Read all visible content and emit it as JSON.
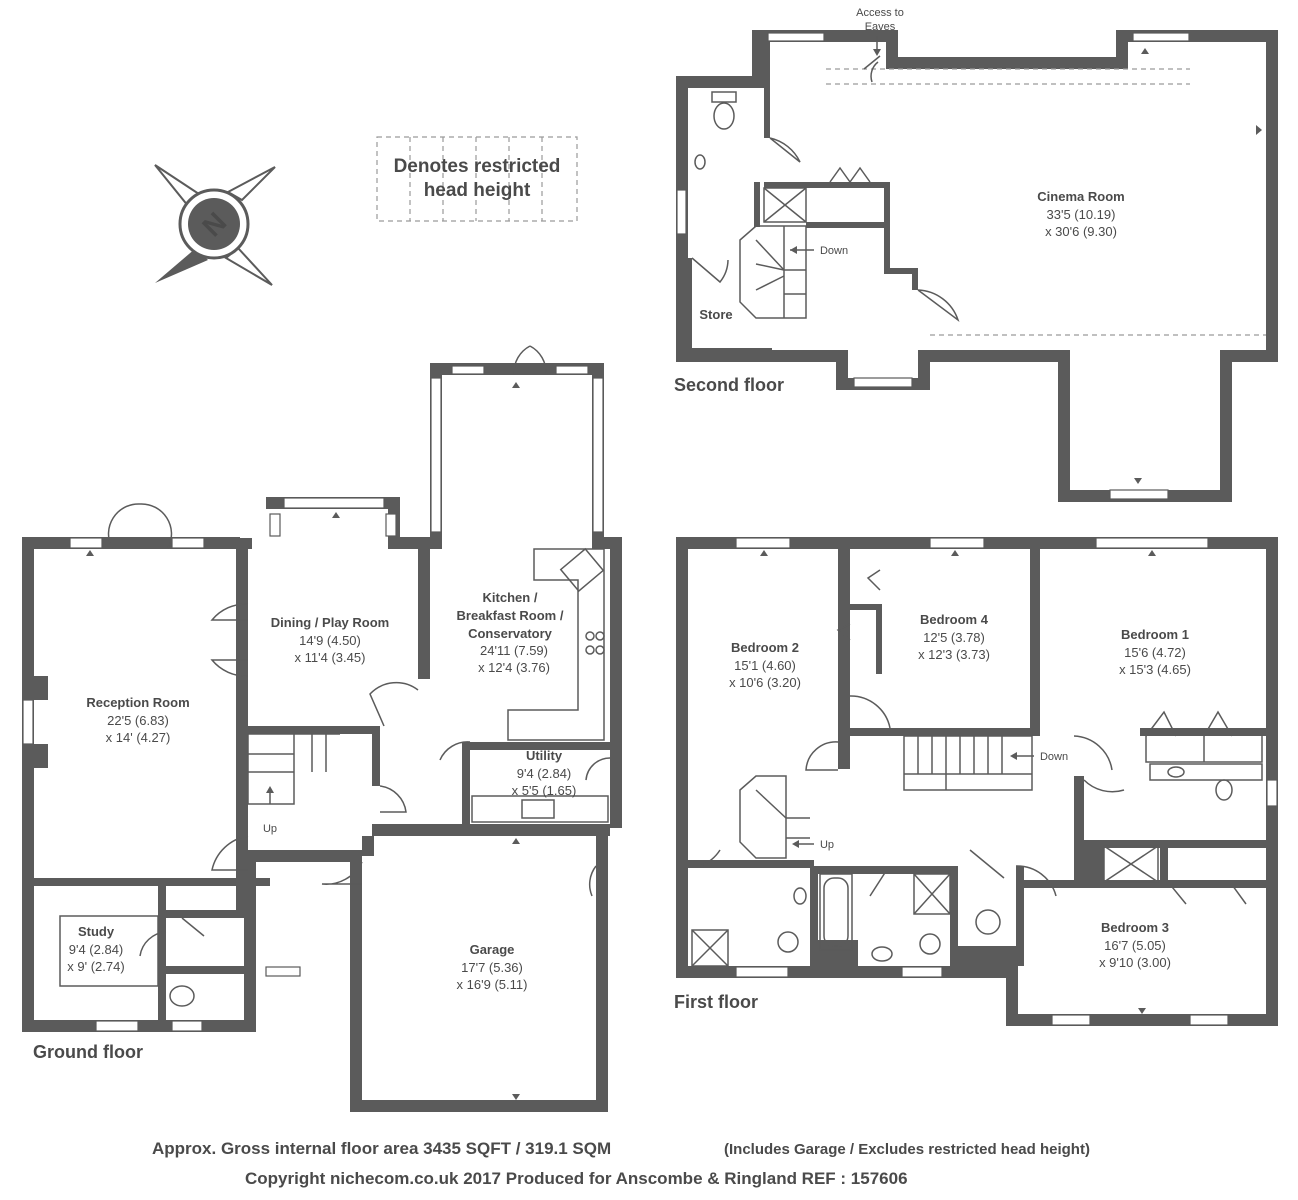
{
  "legend": {
    "line1": "Denotes restricted",
    "line2": "head height"
  },
  "compass": {
    "icon": "north-compass-icon",
    "letter": "N"
  },
  "floors": {
    "ground": "Ground floor",
    "first": "First floor",
    "second": "Second floor"
  },
  "rooms": {
    "reception": {
      "name": "Reception Room",
      "dim1": "22'5 (6.83)",
      "dim2": "x 14' (4.27)"
    },
    "dining": {
      "name": "Dining / Play Room",
      "dim1": "14'9 (4.50)",
      "dim2": "x 11'4 (3.45)"
    },
    "kitchen": {
      "name1": "Kitchen /",
      "name2": "Breakfast Room /",
      "name3": "Conservatory",
      "dim1": "24'11 (7.59)",
      "dim2": "x 12'4 (3.76)"
    },
    "utility": {
      "name": "Utility",
      "dim1": "9'4 (2.84)",
      "dim2": "x 5'5 (1.65)"
    },
    "study": {
      "name": "Study",
      "dim1": "9'4 (2.84)",
      "dim2": "x 9' (2.74)"
    },
    "garage": {
      "name": "Garage",
      "dim1": "17'7 (5.36)",
      "dim2": "x 16'9 (5.11)"
    },
    "bedroom2": {
      "name": "Bedroom 2",
      "dim1": "15'1 (4.60)",
      "dim2": "x 10'6 (3.20)"
    },
    "bedroom4": {
      "name": "Bedroom 4",
      "dim1": "12'5 (3.78)",
      "dim2": "x 12'3 (3.73)"
    },
    "bedroom1": {
      "name": "Bedroom 1",
      "dim1": "15'6 (4.72)",
      "dim2": "x 15'3 (4.65)"
    },
    "bedroom3": {
      "name": "Bedroom 3",
      "dim1": "16'7 (5.05)",
      "dim2": "x 9'10 (3.00)"
    },
    "cinema": {
      "name": "Cinema Room",
      "dim1": "33'5 (10.19)",
      "dim2": "x 30'6 (9.30)"
    },
    "store": {
      "name": "Store"
    }
  },
  "stairs": {
    "ground_up": "Up",
    "first_up": "Up",
    "first_down": "Down",
    "second_down": "Down"
  },
  "eaves": {
    "line1": "Access to",
    "line2": "Eaves"
  },
  "footer": {
    "area_main": "Approx. Gross internal floor area 3435 SQFT / 319.1 SQM",
    "area_note": "(Includes Garage / Excludes restricted head height)",
    "copyright": "Copyright nichecom.co.uk 2017 Produced for Anscombe & Ringland REF : 157606"
  },
  "colors": {
    "wall": "#5b5b5b",
    "text": "#4a4a4a",
    "restricted_dash": "#9a9a9a"
  }
}
